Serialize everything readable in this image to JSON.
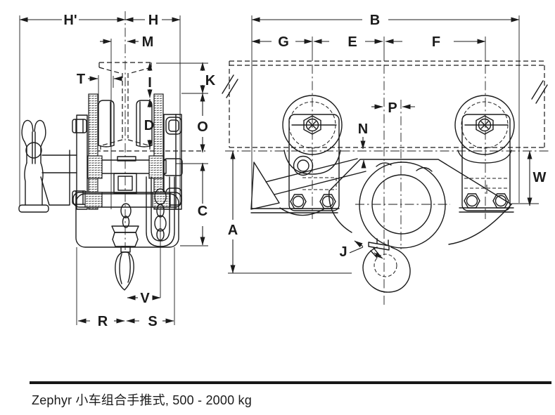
{
  "diagram": {
    "type": "technical-dimension-drawing",
    "caption": "Zephyr 小车组合手推式, 500 - 2000 kg",
    "product": "Zephyr trolley hand-geared hoist",
    "capacity_range": "500 - 2000 kg",
    "colors": {
      "line": "#1b1b1b",
      "background": "#ffffff"
    },
    "views": {
      "front": {
        "title": "front view (beam cross-section)",
        "dimension_labels": [
          "H'",
          "H",
          "M",
          "T",
          "I",
          "K",
          "D",
          "O",
          "C",
          "V",
          "R",
          "S"
        ]
      },
      "side": {
        "title": "side view (along beam)",
        "dimension_labels": [
          "B",
          "G",
          "E",
          "F",
          "P",
          "N",
          "W",
          "A",
          "J"
        ]
      }
    },
    "labels": {
      "h_prime": "H'",
      "h": "H",
      "m": "M",
      "t": "T",
      "i": "I",
      "k": "K",
      "d": "D",
      "o": "O",
      "c": "C",
      "v": "V",
      "r": "R",
      "s": "S",
      "b": "B",
      "g": "G",
      "e": "E",
      "f": "F",
      "p": "P",
      "n": "N",
      "w": "W",
      "a": "A",
      "j": "J"
    }
  }
}
